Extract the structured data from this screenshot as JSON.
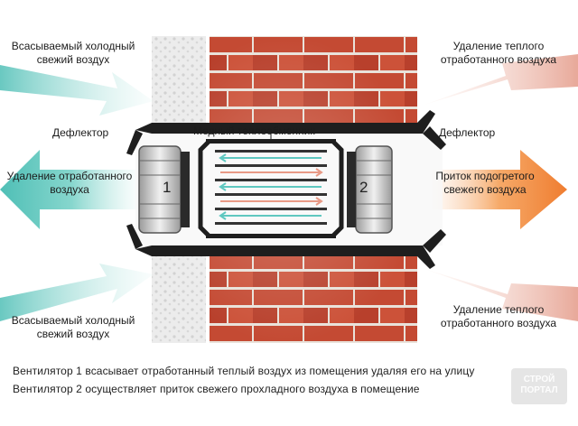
{
  "labels": {
    "top_left_intake": "Всасываемый холодный свежий воздух",
    "top_right_exhaust": "Удаление теплого отработанного воздуха",
    "deflector_left": "Дефлектор",
    "deflector_right": "Дефлектор",
    "heat_exchanger": "Медный теплообменник",
    "left_exhaust": "Удаление отработанного воздуха",
    "right_supply": "Приток подогретого свежего воздуха",
    "bottom_left_intake": "Всасываемый холодный свежий воздух",
    "bottom_right_exhaust": "Удаление теплого отработанного воздуха",
    "fan_1": "1",
    "fan_2": "2"
  },
  "captions": [
    "Вентилятор 1 всасывает  отработанный  теплый воздух из помещения удаляя его на улицу",
    "Вентилятор 2 осуществляет приток свежего прохладного воздуха в помещение"
  ],
  "watermark": {
    "line1": "СТРОЙ",
    "line2": "ПОРТАЛ"
  },
  "colors": {
    "cold_air": "#5fc8c0",
    "warm_air": "#e8a08c",
    "heated_supply": "#f08a3c",
    "brick": "#c24a32",
    "insulation": "#e6e6e6",
    "frame": "#222222"
  }
}
